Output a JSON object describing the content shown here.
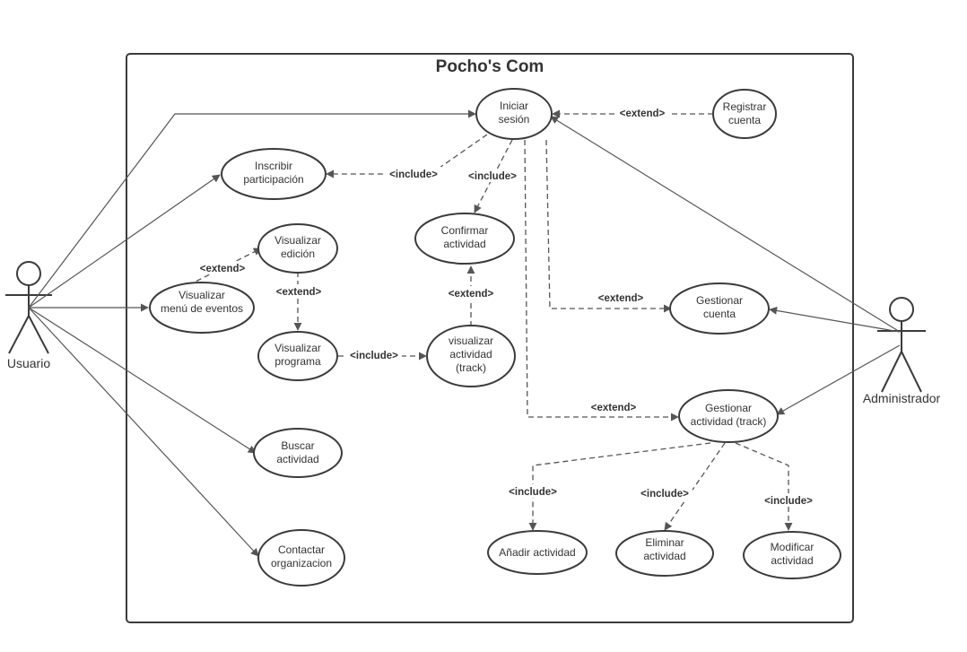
{
  "system": {
    "title": "Pocho's Com"
  },
  "actors": {
    "usuario": "Usuario",
    "administrador": "Administrador"
  },
  "use_cases": {
    "iniciar_sesion": [
      "Iniciar",
      "sesión"
    ],
    "registrar_cuenta": [
      "Registrar",
      "cuenta"
    ],
    "inscribir_participacion": [
      "Inscribir",
      "participación"
    ],
    "confirmar_actividad": [
      "Confirmar",
      "actividad"
    ],
    "visualizar_edicion": [
      "Visualizar",
      "edición"
    ],
    "visualizar_menu": [
      "Visualizar",
      "menú de eventos"
    ],
    "visualizar_programa": [
      "Visualizar",
      "programa"
    ],
    "visualizar_actividad": [
      "visualizar",
      "actividad",
      "(track)"
    ],
    "gestionar_cuenta": [
      "Gestionar",
      "cuenta"
    ],
    "gestionar_actividad": [
      "Gestionar",
      "actividad (track)"
    ],
    "buscar_actividad": [
      "Buscar",
      "actividad"
    ],
    "contactar_organizacion": [
      "Contactar",
      "organizacion"
    ],
    "anadir_actividad": [
      "Añadir actividad"
    ],
    "eliminar_actividad": [
      "Eliminar",
      "actividad"
    ],
    "modificar_actividad": [
      "Modificar",
      "actividad"
    ]
  },
  "relationships": {
    "registrar_extend": "<extend>",
    "inscribir_include": "<include>",
    "confirmar_include": "<include>",
    "menu_extend": "<extend>",
    "edicion_extend": "<extend>",
    "programa_include": "<include>",
    "confirmar_extend": "<extend>",
    "gest_cuenta_extend": "<extend>",
    "gest_act_extend": "<extend>",
    "anadir_include": "<include>",
    "eliminar_include": "<include>",
    "modificar_include": "<include>"
  }
}
